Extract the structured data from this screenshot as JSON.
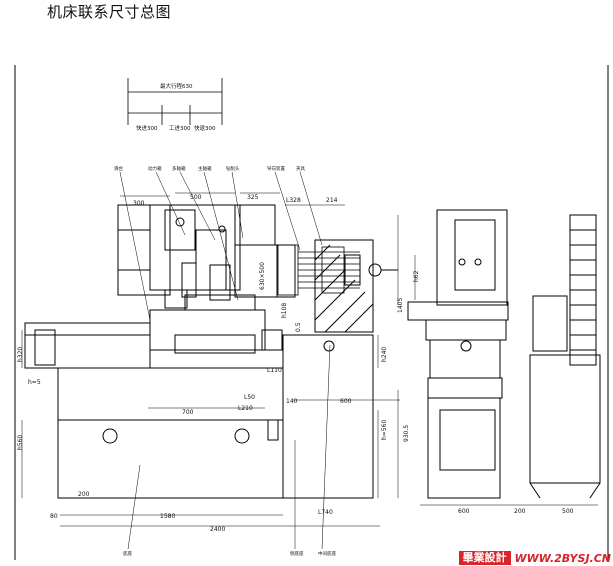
{
  "title": "机床联系尺寸总图",
  "top_dims": {
    "total": "最大行程630",
    "fast_advance": "快进300",
    "work_feed": "工进300",
    "fast_return": "快退300"
  },
  "callouts": [
    "滑台",
    "动力箱",
    "多轴箱",
    "主轴箱",
    "钻削头",
    "导向装置",
    "夹具",
    "底座",
    "侧底座",
    "中间底座"
  ],
  "dims": {
    "d300": "300",
    "d500": "500",
    "d325": "325",
    "d328": "L328",
    "d214": "214",
    "d630_500": "630×500",
    "d108": "h108",
    "d05": "0.5",
    "d320": "h320",
    "d110": "L110",
    "d5": "h=5",
    "d50": "L50",
    "d210": "L210",
    "d700": "700",
    "d140": "140",
    "d600a": "600",
    "d240": "h240",
    "d560a": "h560",
    "d560b": "h=560",
    "d200a": "200",
    "d80": "80",
    "d1580": "1580",
    "d2400": "2400",
    "d740": "L740",
    "d1405": "1405",
    "d62": "h62",
    "d9305": "930.5",
    "d600b": "600",
    "d200b": "200",
    "d500b": "500"
  },
  "watermark": {
    "cn": "畢業設計",
    "url": "WWW.2BYSJ.CN"
  }
}
